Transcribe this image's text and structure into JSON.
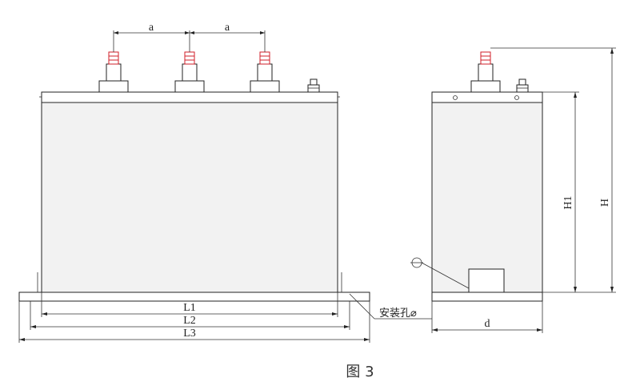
{
  "dimensions": {
    "terminal_spacing": "a",
    "L1": "L1",
    "L2": "L2",
    "L3": "L3",
    "H": "H",
    "H1": "H1",
    "d": "d"
  },
  "annotation": {
    "mounting_hole": "安装孔⌀"
  },
  "caption": "图 3"
}
